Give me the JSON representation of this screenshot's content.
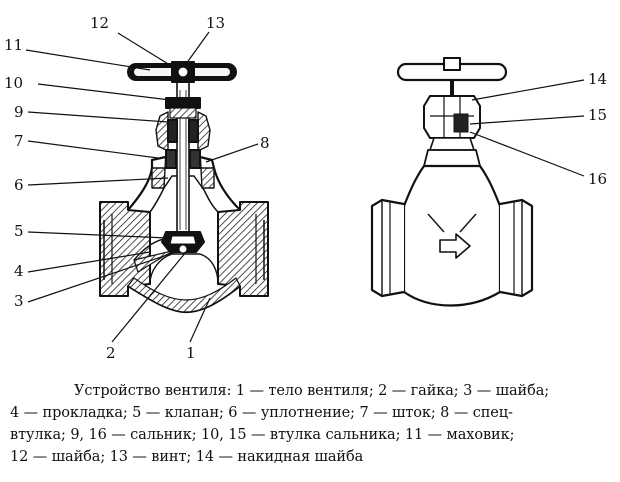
{
  "callouts": {
    "n1": "1",
    "n2": "2",
    "n3": "3",
    "n4": "4",
    "n5": "5",
    "n6": "6",
    "n7": "7",
    "n8": "8",
    "n9": "9",
    "n10": "10",
    "n11": "11",
    "n12": "12",
    "n13": "13",
    "n14": "14",
    "n15": "15",
    "n16": "16"
  },
  "caption": {
    "line1": "Устройство вентиля: 1 — тело вентиля; 2 — гайка; 3 — шайба;",
    "line2": "4 — прокладка; 5 — клапан; 6 — уплотнение; 7 — шток; 8 — спец-",
    "line3": "втулка; 9, 16 — сальник; 10, 15 — втулка сальника; 11 — маховик;",
    "line4": "12 — шайба; 13 — винт; 14 — накидная шайба"
  }
}
